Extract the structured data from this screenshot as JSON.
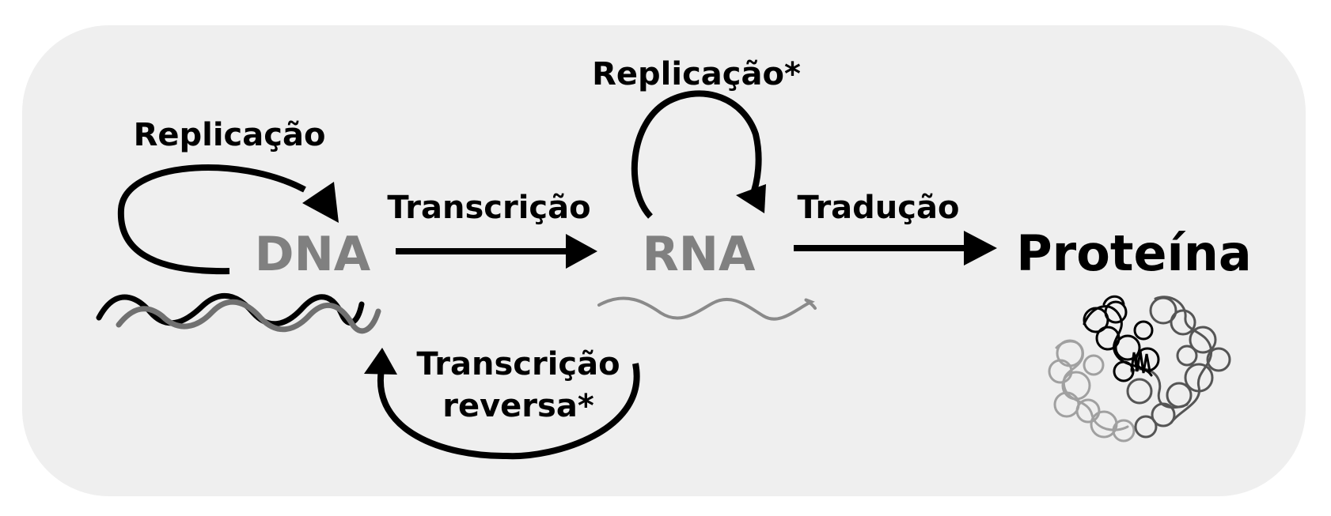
{
  "molecules": {
    "dna": "DNA",
    "rna": "RNA",
    "protein": "Proteína"
  },
  "processes": {
    "dna_replication": "Replicação",
    "rna_replication": "Replicação*",
    "transcription": "Transcrição",
    "translation": "Tradução",
    "reverse_transcription_line1": "Transcrição",
    "reverse_transcription_line2": "reversa*"
  },
  "colors": {
    "panel": "#efefef",
    "molecule_gray": "#808080",
    "strand_dark": "#000000",
    "strand_mid": "#707070",
    "rna_strand": "#8a8a8a",
    "protein_light": "#a0a0a0",
    "protein_mid": "#555555",
    "protein_dark": "#000000"
  },
  "icons": [
    "dna-double-helix-icon",
    "rna-strand-icon",
    "folded-protein-icon"
  ]
}
